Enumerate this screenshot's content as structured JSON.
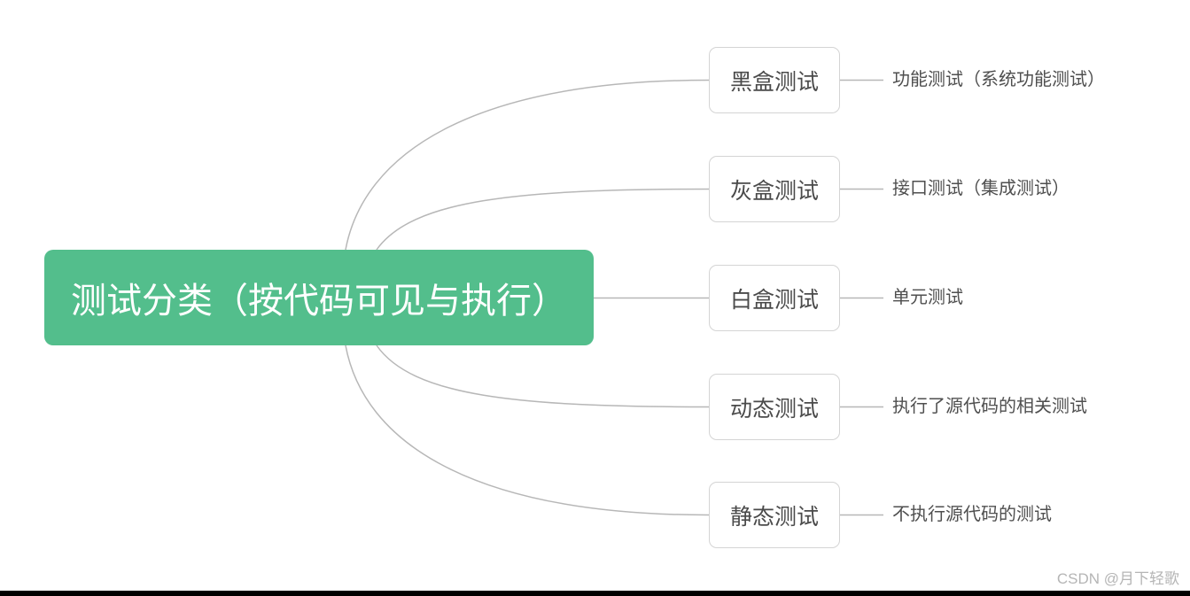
{
  "colors": {
    "accent_green": "#53be8c",
    "connector_gray": "#b7b7b7"
  },
  "root": {
    "label": "测试分类（按代码可见与执行）"
  },
  "branches": [
    {
      "label": "黑盒测试",
      "note": "功能测试（系统功能测试）"
    },
    {
      "label": "灰盒测试",
      "note": "接口测试（集成测试）"
    },
    {
      "label": "白盒测试",
      "note": "单元测试"
    },
    {
      "label": "动态测试",
      "note": "执行了源代码的相关测试"
    },
    {
      "label": "静态测试",
      "note": "不执行源代码的测试"
    }
  ],
  "watermark": "CSDN @月下轻歌"
}
